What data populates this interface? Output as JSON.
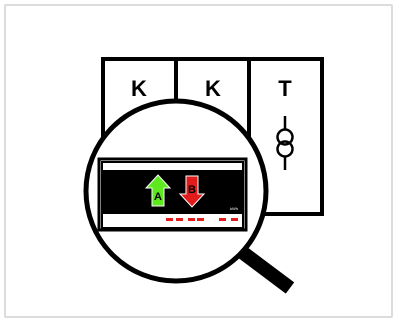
{
  "panel": {
    "cells": [
      {
        "letter": "K"
      },
      {
        "letter": "K"
      },
      {
        "letter": "T"
      }
    ]
  },
  "meter": {
    "arrow_up_label": "A",
    "arrow_down_label": "B",
    "unit_text": "kWh"
  },
  "colors": {
    "frame": "#dcdcdc",
    "outline": "#000000",
    "arrow_up": "#5ee81e",
    "arrow_down": "#e21b1b",
    "leds": "#e21b1b",
    "background": "#ffffff"
  },
  "icons": {
    "magnifier": "magnifier-icon",
    "transformer": "transformer-icon",
    "export": "arrow-up-icon",
    "import": "arrow-down-icon"
  }
}
